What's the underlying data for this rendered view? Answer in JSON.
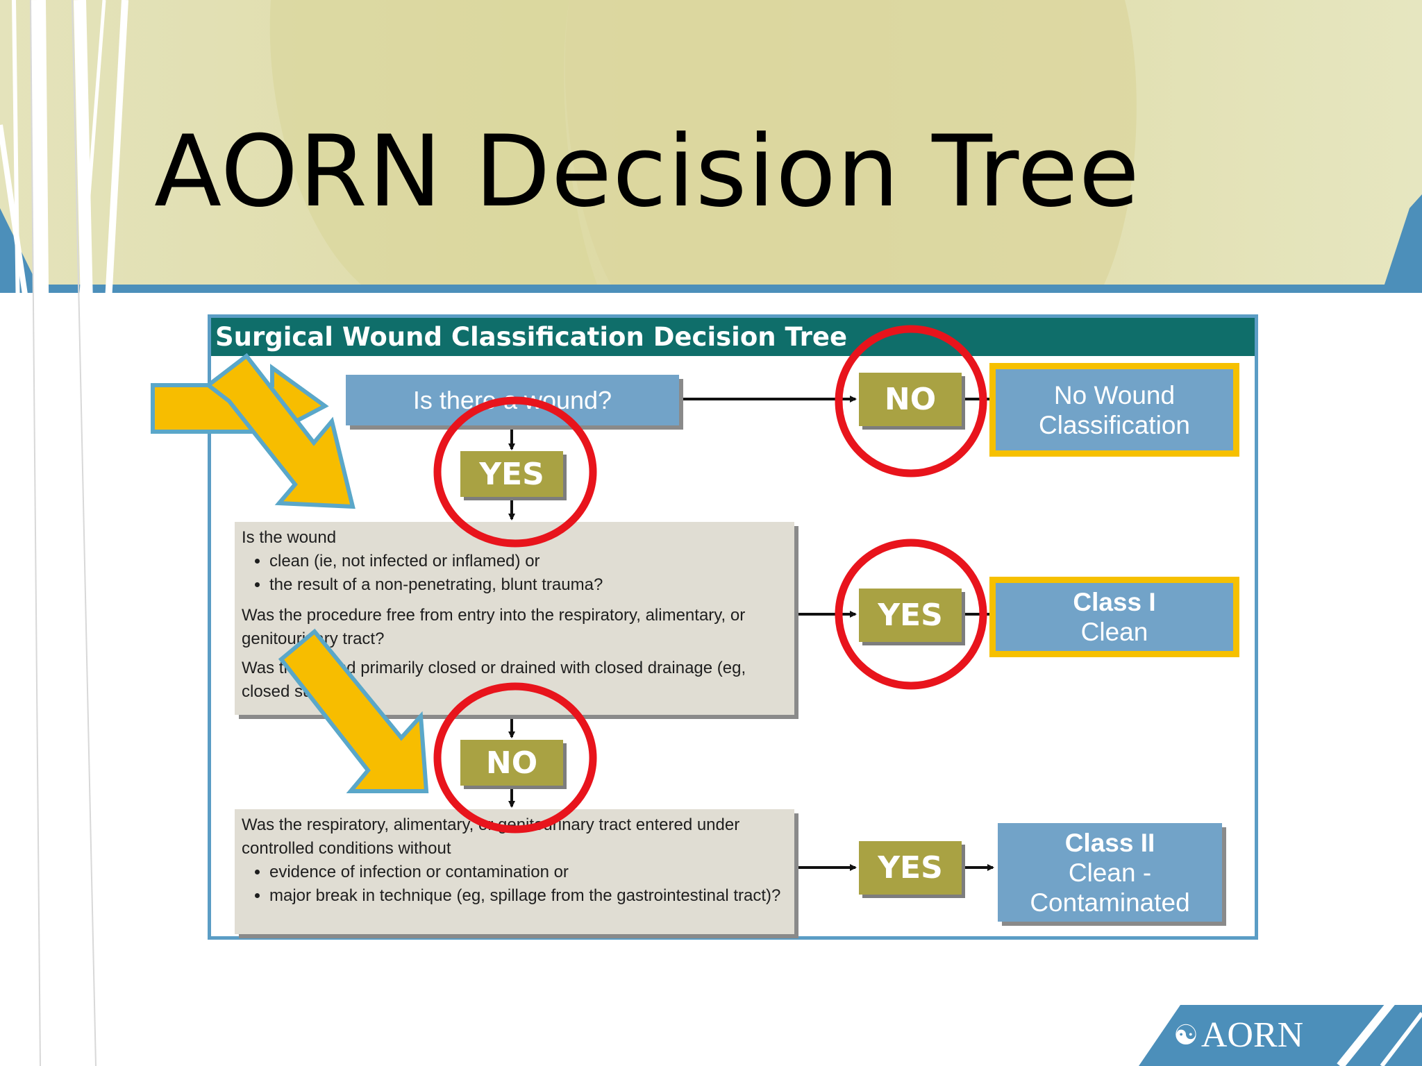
{
  "slide": {
    "title": "AORN Decision Tree",
    "logo_text": "AORN"
  },
  "tree": {
    "header": "Surgical Wound Classification Decision Tree",
    "start_question": "Is there a wound?",
    "labels": {
      "yes": "YES",
      "no": "NO"
    },
    "panel1": {
      "intro": "Is the wound",
      "bullets": [
        "clean (ie, not infected or inflamed) or",
        "the result of a non-penetrating, blunt trauma?"
      ],
      "q2": "Was the procedure free from entry into the respiratory, alimentary, or genitourinary tract?",
      "q3": "Was the wound primarily closed or drained with closed drainage (eg, closed suction)?"
    },
    "panel2": {
      "intro": "Was the respiratory, alimentary, or genitourinary tract entered under controlled conditions without",
      "bullets": [
        "evidence of infection or contamination or",
        "major break in technique (eg, spillage from the gastrointestinal tract)?"
      ]
    },
    "results": {
      "none": [
        "No Wound",
        "Classification"
      ],
      "class1": {
        "title": "Class I",
        "sub": "Clean"
      },
      "class2": {
        "title": "Class II",
        "sub": [
          "Clean -",
          "Contaminated"
        ]
      }
    }
  },
  "colors": {
    "accent_blue": "#5b9dc5",
    "header_teal": "#0f6e6a",
    "box_blue": "#72a3c8",
    "badge_olive": "#a9a243",
    "panel_beige": "#e0ddd3",
    "highlight_gold": "#f6c000",
    "circle_red": "#e8141c",
    "banner_yellow": "#e3e2b4"
  }
}
